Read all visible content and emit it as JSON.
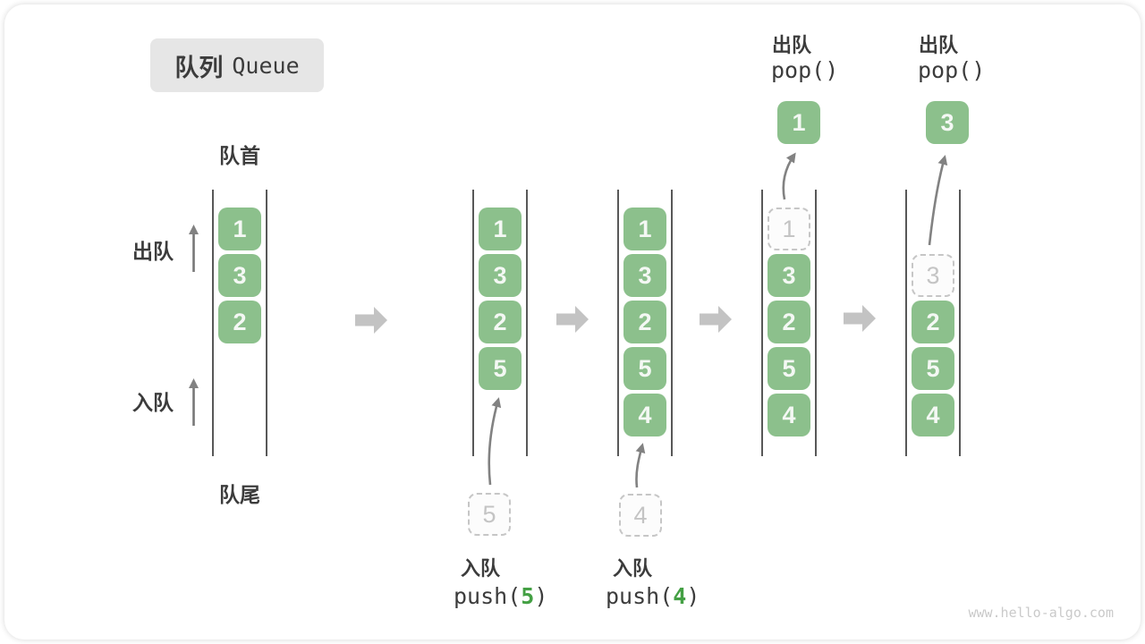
{
  "title": {
    "zh": "队列",
    "en": "Queue"
  },
  "labels": {
    "front": "队首",
    "rear": "队尾",
    "dequeue_side": "出队",
    "enqueue_side": "入队"
  },
  "columns": [
    {
      "blocks": [
        "1",
        "3",
        "2"
      ]
    },
    {
      "blocks": [
        "1",
        "3",
        "2",
        "5"
      ],
      "ghost": "5",
      "op": {
        "zh": "入队",
        "fn_open": "push(",
        "arg": "5",
        "fn_close": ")"
      }
    },
    {
      "blocks": [
        "1",
        "3",
        "2",
        "5",
        "4"
      ],
      "ghost": "4",
      "op": {
        "zh": "入队",
        "fn_open": "push(",
        "arg": "4",
        "fn_close": ")"
      }
    },
    {
      "blocks": [
        "3",
        "2",
        "5",
        "4"
      ],
      "ghost": "1",
      "popped": "1",
      "op": {
        "zh": "出队",
        "fn": "pop()"
      }
    },
    {
      "blocks": [
        "2",
        "5",
        "4"
      ],
      "ghost": "3",
      "popped": "3",
      "op": {
        "zh": "出队",
        "fn": "pop()"
      }
    }
  ],
  "watermark": "www.hello-algo.com",
  "colors": {
    "block_green": "#8CC08C",
    "arg_green": "#44A044",
    "flow_arrow_gray": "#C3C3C3",
    "thin_arrow_gray": "#828282",
    "text_dark": "#3C3C3C",
    "ghost_gray": "#C4C4C4",
    "title_bg": "#E6E6E6"
  }
}
